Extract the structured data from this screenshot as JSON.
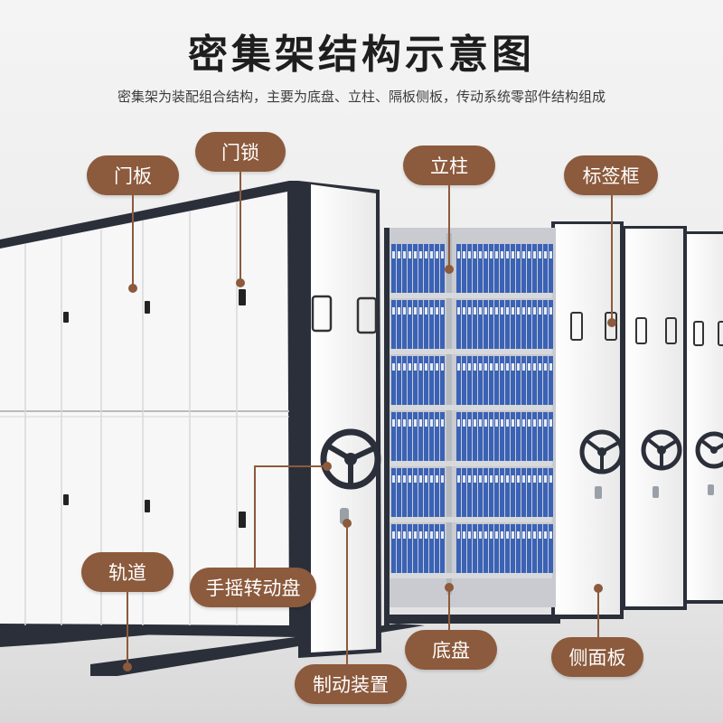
{
  "title": "密集架结构示意图",
  "subtitle": "密集架为装配组合结构，主要为底盘、立柱、隔板侧板，传动系统零部件结构组成",
  "labels": {
    "door_panel": "门板",
    "door_lock": "门锁",
    "column": "立柱",
    "label_frame": "标签框",
    "track": "轨道",
    "hand_wheel": "手摇转动盘",
    "chassis": "底盘",
    "side_panel": "侧面板",
    "brake_device": "制动装置"
  },
  "colors": {
    "label_bg": "#8c5a3c",
    "frame": "#2b2f3a",
    "panel": "#f7f7f7",
    "binder": "#3a62b6"
  }
}
